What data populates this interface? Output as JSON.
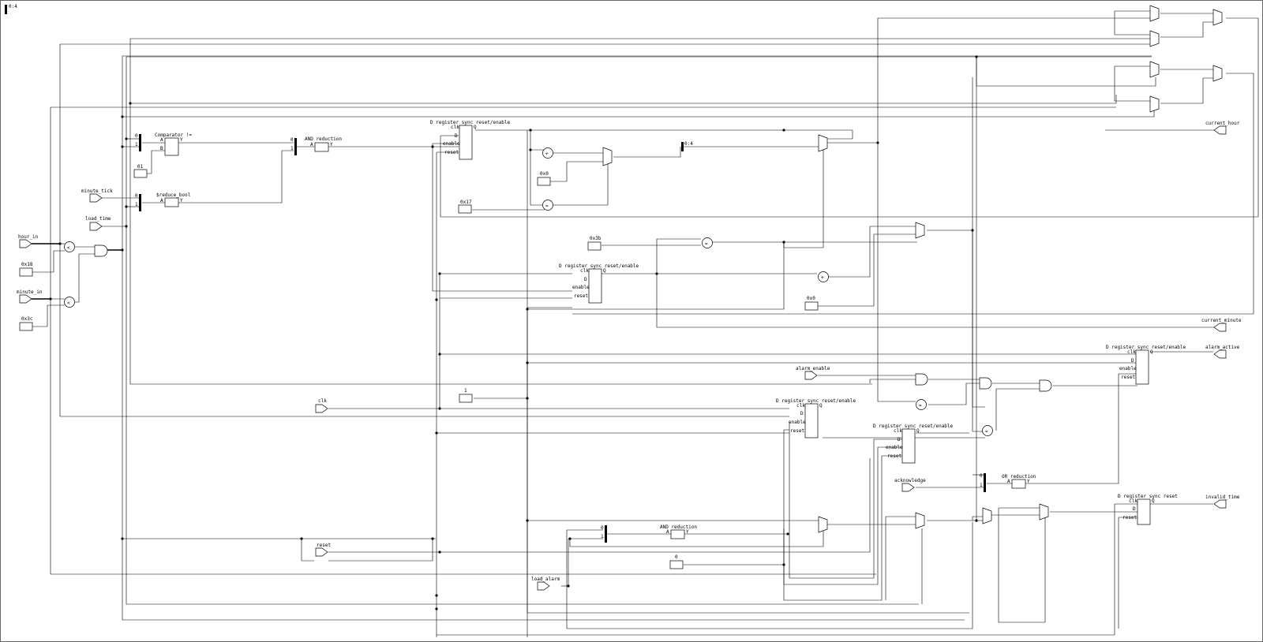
{
  "corner_label": "0:4",
  "inputs": {
    "hour_in": "hour_in",
    "minute_in": "minute_in",
    "minute_tick": "minute_tick",
    "load_time": "load_time",
    "alarm_enable": "alarm_enable",
    "clk": "clk",
    "acknowledge": "acknowledge",
    "reset": "reset",
    "load_alarm": "load_alarm"
  },
  "outputs": {
    "current_hour": "current_hour",
    "current_minute": "current_minute",
    "alarm_active": "alarm_active",
    "invalid_time": "invalid_time"
  },
  "constants": {
    "c_0x18": "0x18",
    "c_0x3c": "0x3c",
    "c_01": "01",
    "c_0x17": "0x17",
    "c_0x0_a": "0x0",
    "c_0x3b": "0x3b",
    "c_0x0_b": "0x0",
    "c_1": "1",
    "c_0": "0"
  },
  "cells": {
    "comparator_title": "Comparator !=",
    "reduce_bool_title": "$reduce_bool",
    "and_red_1_title": "AND reduction",
    "and_red_2_title": "AND reduction",
    "or_red_title": "OR reduction",
    "dff_hour_title": "D register sync reset/enable",
    "dff_min_title": "D register sync reset/enable",
    "dff_alarm_title": "D register sync reset/enable",
    "dff_ah_title": "D register sync reset/enable",
    "dff_am_title": "D register sync reset/enable",
    "dff_inv_title": "D register sync reset",
    "split_label": "0:4"
  },
  "pins": {
    "clk": "clk",
    "q": "Q",
    "d": "D",
    "enable": "enable",
    "reset": "reset",
    "a": "A",
    "b": "B",
    "y": "Y",
    "zero": "0",
    "one": "1",
    "plus": "+",
    "eq": "=",
    "lt": "<"
  }
}
